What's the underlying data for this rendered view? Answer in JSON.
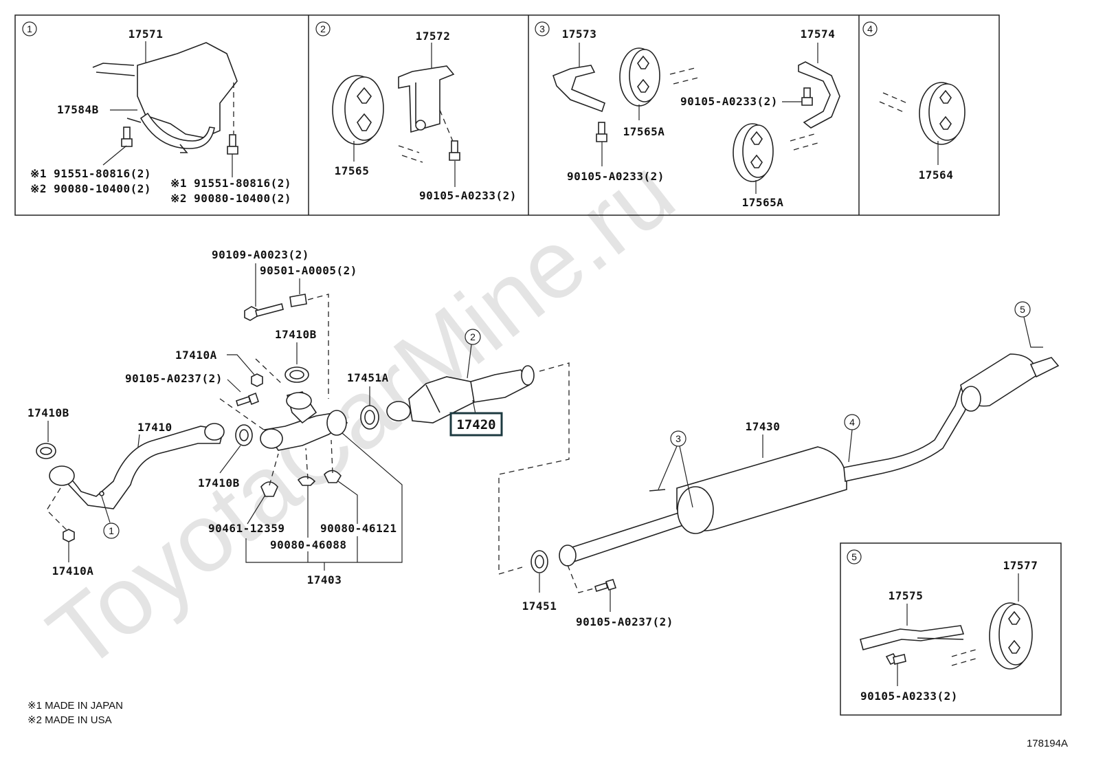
{
  "watermark": "ToyotaCarMine.ru",
  "figure_id": "178194A",
  "notes": [
    "※1 MADE IN JAPAN",
    "※2 MADE IN USA"
  ],
  "inset_panels": [
    {
      "index": "1",
      "parts": {
        "bracket": "17571",
        "clamp": "17584B",
        "left_bolt_line1": "※1  91551-80816(2)",
        "left_bolt_line2": "※2  90080-10400(2)",
        "right_bolt_line1": "※1  91551-80816(2)",
        "right_bolt_line2": "※2  90080-10400(2)"
      }
    },
    {
      "index": "2",
      "parts": {
        "hanger": "17572",
        "insulator": "17565",
        "bolt": "90105-A0233(2)"
      }
    },
    {
      "index": "3",
      "parts": {
        "left_bracket": "17573",
        "right_bracket": "17574",
        "insulator_a_upper": "17565A",
        "insulator_a_lower": "17565A",
        "bolt_left": "90105-A0233(2)",
        "bolt_right": "90105-A0233(2)"
      }
    },
    {
      "index": "4",
      "parts": {
        "insulator": "17564"
      }
    }
  ],
  "main": {
    "bolt_top": "90109-A0023(2)",
    "spring_top": "90501-A0005(2)",
    "gasket_17410b_top": "17410B",
    "nut_17410a_top": "17410A",
    "bolt_90105_a0237_left": "90105-A0237(2)",
    "gasket_17451a": "17451A",
    "converter_callout": "2",
    "converter_part": "17420",
    "gasket_17410b_left": "17410B",
    "front_pipe": "17410",
    "gasket_17410b_mid": "17410B",
    "front_pipe_callout": "1",
    "nut_17410a_bottom": "17410A",
    "clamp_90461": "90461-12359",
    "clamp_90080_46088": "90080-46088",
    "clamp_90080_46121": "90080-46121",
    "assembly_17403": "17403",
    "muffler_callout_3": "3",
    "center_muffler": "17430",
    "tail_callout_4": "4",
    "tail_callout_5": "5",
    "gasket_17451": "17451",
    "bolt_90105_a0237_bottom": "90105-A0237(2)"
  },
  "inset_5": {
    "index": "5",
    "parts": {
      "bracket": "17575",
      "insulator": "17577",
      "bolt": "90105-A0233(2)"
    }
  },
  "highlighted_part": "17420"
}
